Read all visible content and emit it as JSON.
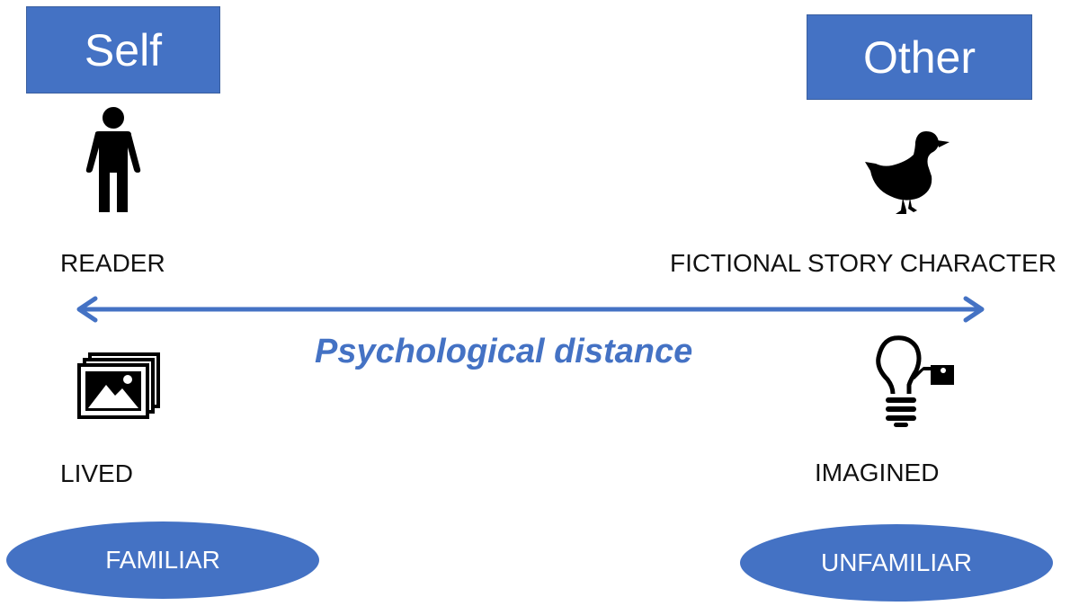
{
  "self": {
    "heading": "Self",
    "person_label": "READER",
    "experience_label": "LIVED",
    "familiarity_label": "FAMILIAR"
  },
  "other": {
    "heading": "Other",
    "person_label": "FICTIONAL STORY CHARACTER",
    "experience_label": "IMAGINED",
    "familiarity_label": "UNFAMILIAR"
  },
  "axis": {
    "label": "Psychological distance"
  },
  "colors": {
    "accent": "#4472C4",
    "icon": "#000000",
    "text": "#111111"
  },
  "icons": {
    "reader": "person-icon",
    "character": "duck-icon",
    "lived": "photos-icon",
    "imagined": "lightbulb-icon"
  }
}
